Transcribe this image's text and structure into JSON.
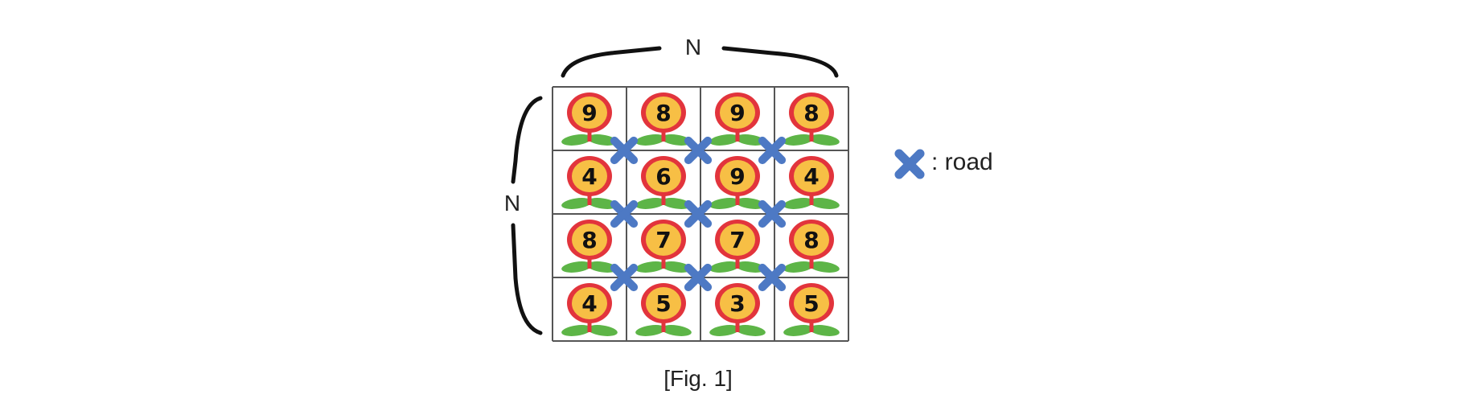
{
  "figure": {
    "top_label": "N",
    "side_label": "N",
    "caption": "[Fig. 1]",
    "legend": {
      "icon": "cross-road-icon",
      "text": ": road"
    },
    "grid": [
      [
        9,
        8,
        9,
        8
      ],
      [
        4,
        6,
        9,
        4
      ],
      [
        8,
        7,
        7,
        8
      ],
      [
        4,
        5,
        3,
        5
      ]
    ],
    "roads": [
      [
        0,
        0
      ],
      [
        0,
        1
      ],
      [
        0,
        2
      ],
      [
        1,
        0
      ],
      [
        1,
        1
      ],
      [
        1,
        2
      ],
      [
        2,
        0
      ],
      [
        2,
        1
      ],
      [
        2,
        2
      ]
    ]
  },
  "colors": {
    "grid_line": "#555555",
    "flower_outer": "#e2343c",
    "flower_inner": "#f7bf45",
    "flower_stem": "#e2343c",
    "leaf": "#5db547",
    "road": "#4d79c4",
    "bracket": "#111111"
  }
}
